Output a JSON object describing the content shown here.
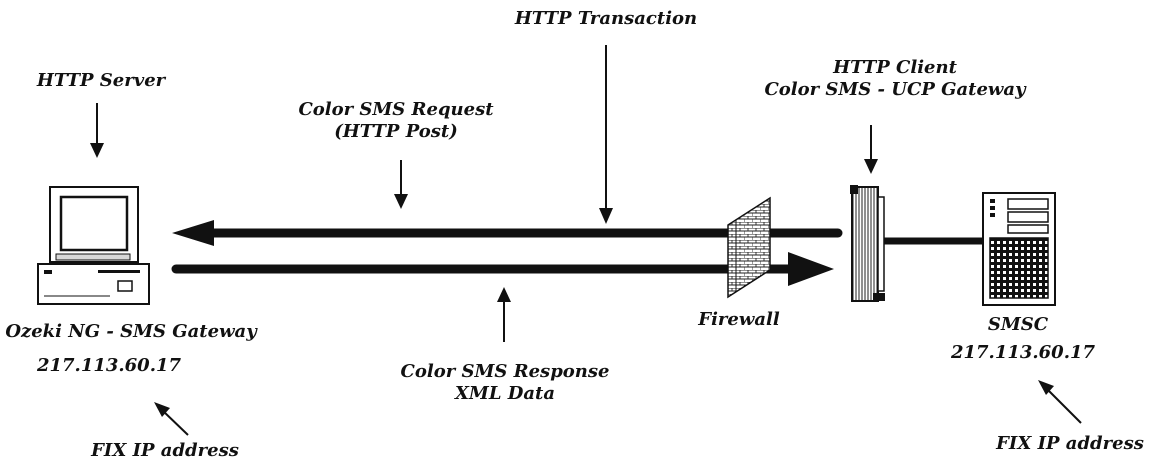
{
  "labels": {
    "http_transaction": "HTTP Transaction",
    "http_server": "HTTP Server",
    "http_client_line1": "HTTP Client",
    "http_client_line2": "Color SMS - UCP Gateway",
    "request_line1": "Color SMS Request",
    "request_line2": "(HTTP Post)",
    "response_line1": "Color SMS Response",
    "response_line2": "XML Data",
    "firewall": "Firewall",
    "left_name": "Ozeki NG - SMS Gateway",
    "left_ip": "217.113.60.17",
    "left_fix": "FIX IP address",
    "right_name": "SMSC",
    "right_ip": "217.113.60.17",
    "right_fix": "FIX IP address"
  },
  "colors": {
    "ink": "#111111",
    "background": "#ffffff",
    "device_fill": "#f2f2f2"
  },
  "icons": [
    "computer-icon",
    "firewall-icon",
    "ucp-gateway-device-icon",
    "smsc-server-icon"
  ]
}
